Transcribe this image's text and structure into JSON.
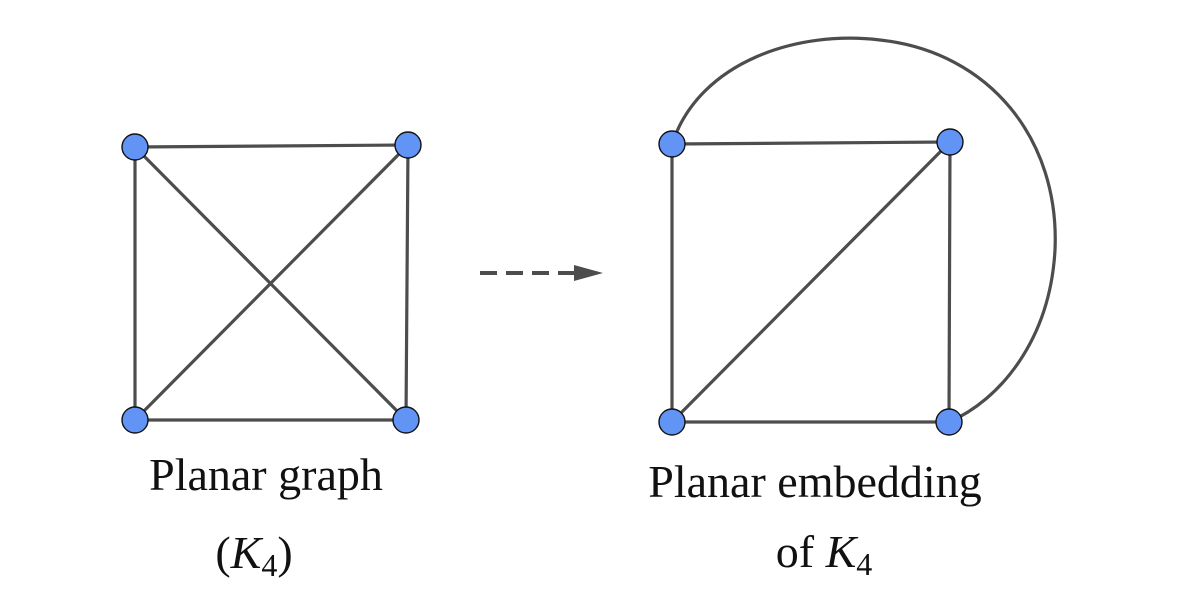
{
  "diagram": {
    "left_graph": {
      "caption_line1": "Planar graph",
      "caption_open": "(",
      "caption_var": "K",
      "caption_sub": "4",
      "caption_close": ")"
    },
    "right_graph": {
      "caption_line1": "Planar embedding",
      "caption_prefix": "of ",
      "caption_var": "K",
      "caption_sub": "4"
    },
    "colors": {
      "node_fill": "#6194f5",
      "edge": "#4d4d4d",
      "arrow": "#4d4d4d"
    }
  }
}
